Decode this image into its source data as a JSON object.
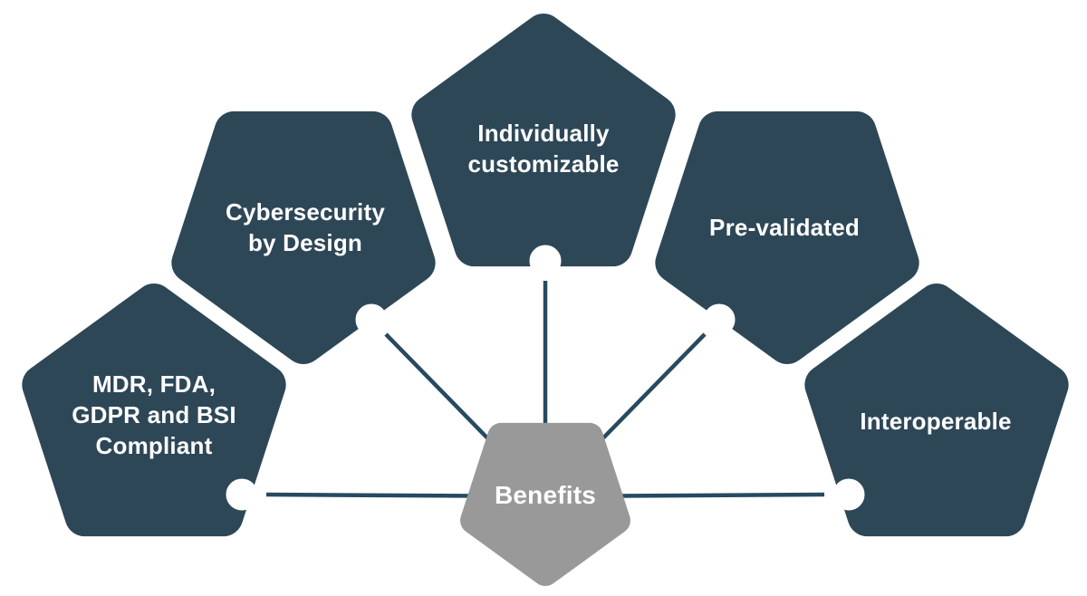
{
  "diagram": {
    "name": "benefits-fan-diagram",
    "center": {
      "label": "Benefits"
    },
    "nodes": [
      {
        "id": "mdr",
        "label": "MDR, FDA,\nGDPR and BSI\nCompliant"
      },
      {
        "id": "cybersecurity",
        "label": "Cybersecurity\nby Design"
      },
      {
        "id": "customizable",
        "label": "Individually\ncustomizable"
      },
      {
        "id": "prevalidated",
        "label": "Pre-validated"
      },
      {
        "id": "interoperable",
        "label": "Interoperable"
      }
    ],
    "colors": {
      "node_fill": "#2d4757",
      "center_fill": "#9a9999",
      "connector_line": "#264a60",
      "connector_dot": "#ffffff",
      "label_text": "#ffffff",
      "background": "#ffffff"
    }
  }
}
